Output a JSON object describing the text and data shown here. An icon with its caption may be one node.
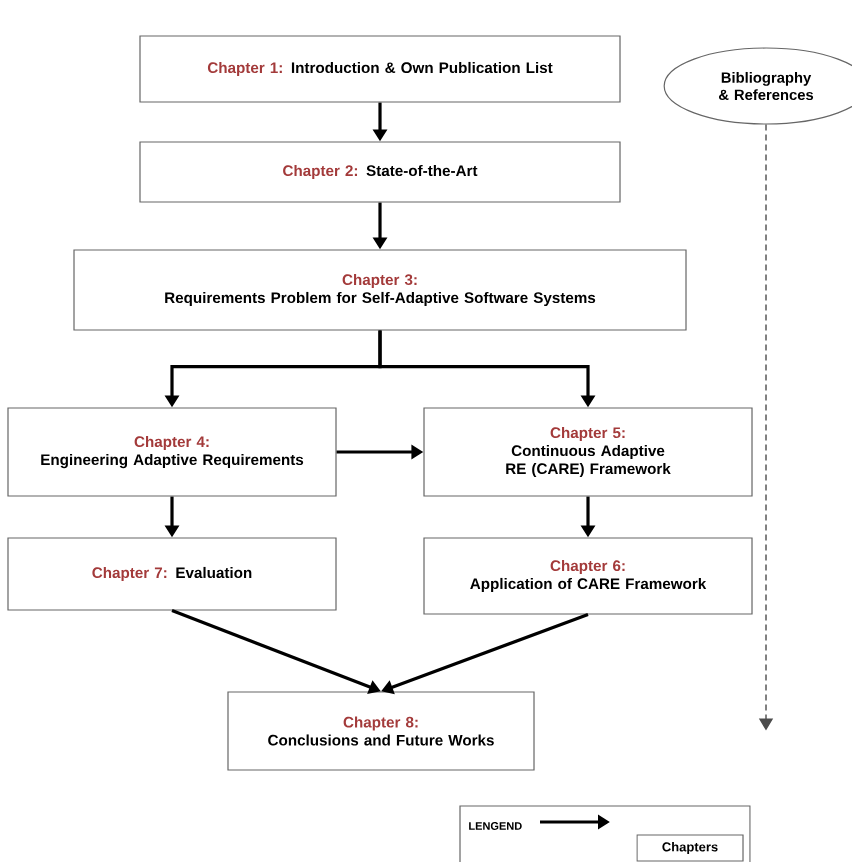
{
  "diagram": {
    "nodes": [
      {
        "text": [
          "Chapter 1:",
          "Introduction & Own Publication List"
        ]
      },
      {
        "text": [
          "Chapter 2:",
          "State-of-the-Art"
        ]
      },
      {
        "text": [
          "Chapter 3:",
          "Requirements Problem for Self-Adaptive Software Systems"
        ]
      },
      {
        "text": [
          "Chapter 4:",
          "Engineering Adaptive Requirements"
        ]
      },
      {
        "text": [
          "Chapter 5:",
          "Continuous Adaptive RE (CARE) Framework"
        ]
      },
      {
        "text": [
          "Chapter 7:",
          "Evaluation"
        ]
      },
      {
        "text": [
          "Chapter 6:",
          "Application of CARE Framework"
        ]
      },
      {
        "text": [
          "Chapter 8:",
          "Conclusions and Future Works"
        ]
      },
      {
        "text": [
          "Bibliography & References"
        ]
      }
    ],
    "edges": [
      {
        "from": 0,
        "to": 1,
        "arrow": "to"
      },
      {
        "from": 1,
        "to": 2,
        "arrow": "to"
      },
      {
        "from": 2,
        "to": 3,
        "arrow": "to"
      },
      {
        "from": 2,
        "to": 4,
        "arrow": "to"
      },
      {
        "from": 3,
        "to": 4,
        "arrow": "to"
      },
      {
        "from": 3,
        "to": 5,
        "arrow": "to"
      },
      {
        "from": 4,
        "to": 6,
        "arrow": "to"
      },
      {
        "from": 5,
        "to": 7,
        "arrow": "to"
      },
      {
        "from": 6,
        "to": 7,
        "arrow": "to"
      },
      {
        "from": 8,
        "to": null,
        "arrow": "to",
        "style": "dashed"
      }
    ],
    "labels": [
      "LENGEND"
    ],
    "legend": [
      {
        "text": "Chapters"
      }
    ]
  }
}
